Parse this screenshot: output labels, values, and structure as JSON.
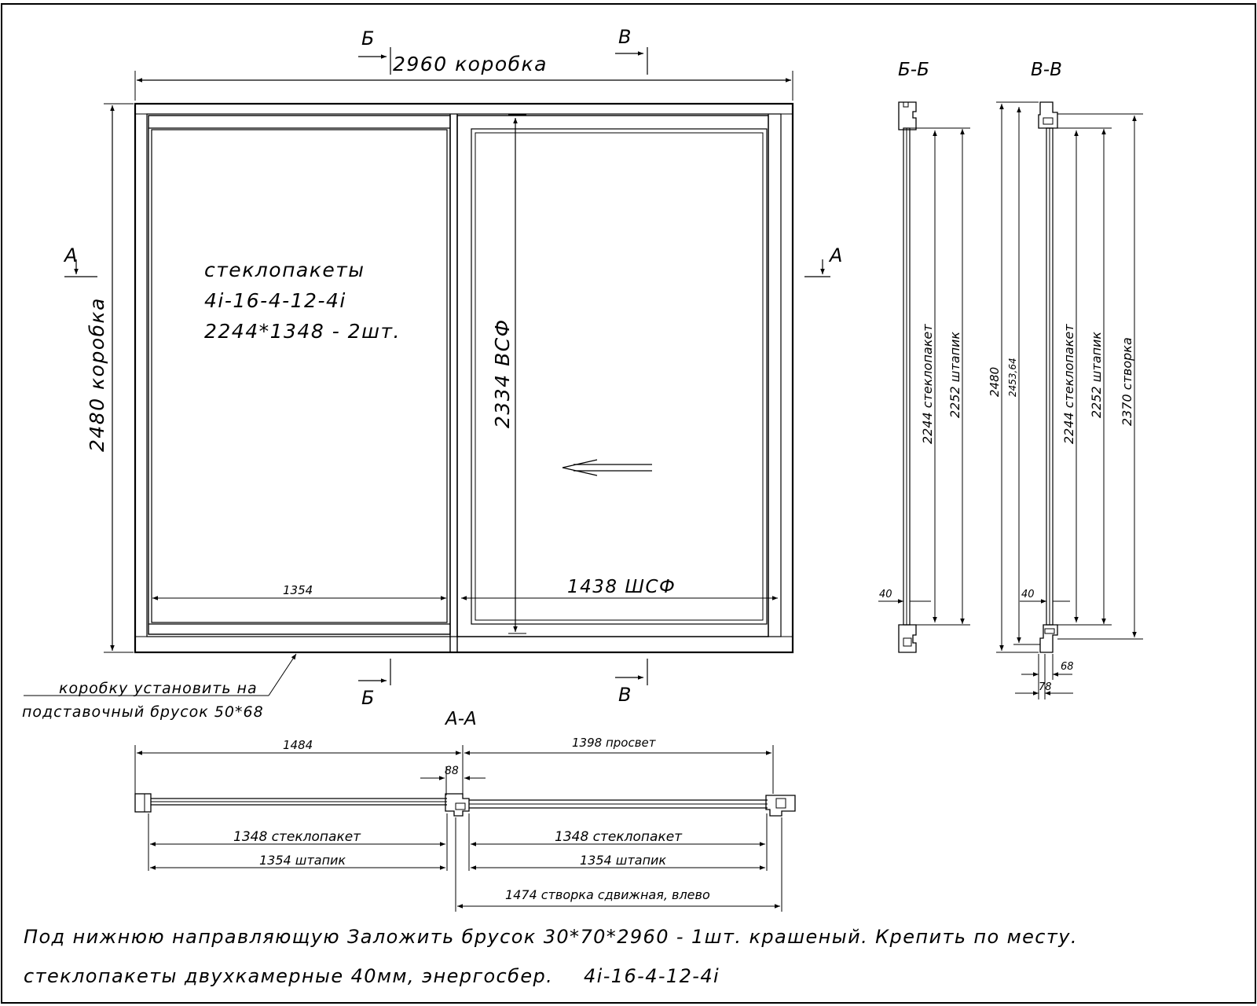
{
  "front_view": {
    "overall_width": "2960 коробка",
    "overall_height": "2480 коробка",
    "glass_label_1": "стеклопакеты",
    "glass_label_2": "4i-16-4-12-4i",
    "glass_label_3": "2244*1348 - 2шт.",
    "sash_height": "2334 ВСФ",
    "left_width": "1354",
    "sash_width": "1438 ШСФ",
    "cut_b": "Б",
    "cut_v": "В",
    "cut_a": "А",
    "note_1": "коробку установить на",
    "note_2": "подставочный брусок 50*68"
  },
  "section_bb": {
    "title": "Б-Б",
    "glass": "2244 стеклопакет",
    "bead": "2252 штапик",
    "depth": "40"
  },
  "section_vv": {
    "title": "В-В",
    "total": "2480",
    "inner": "2453,64",
    "glass": "2244 стеклопакет",
    "bead": "2252 штапик",
    "sash": "2370 створка",
    "depth": "40",
    "w1": "68",
    "w2": "78"
  },
  "section_aa": {
    "title": "А-А",
    "left_width": "1484",
    "opening": "1398 просвет",
    "gap": "88",
    "glass_left": "1348 стеклопакет",
    "bead_left": "1354 штапик",
    "glass_right": "1348 стеклопакет",
    "bead_right": "1354 штапик",
    "sash": "1474  створка сдвижная, влево"
  },
  "notes": {
    "line_1": "Под нижнюю направляющую Заложить брусок 30*70*2960 - 1шт. крашеный. Крепить по месту.",
    "line_2": "стеклопакеты двухкамерные 40мм, энергосбер.",
    "line_2_code": "4i-16-4-12-4i"
  }
}
